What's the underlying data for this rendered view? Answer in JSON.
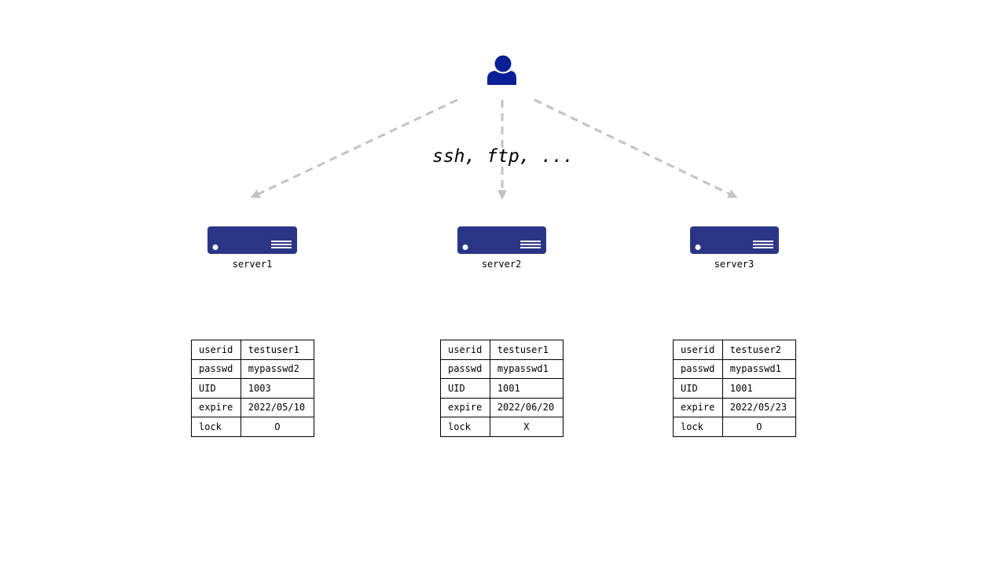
{
  "connection_label": "ssh, ftp, ...",
  "colors": {
    "user_icon": "#0a1e96",
    "server_body": "#2b3585",
    "arrow": "#c3c3c3",
    "table_border": "#000000"
  },
  "icons": {
    "user": "user-icon",
    "server": "server-icon"
  },
  "servers": [
    {
      "label": "server1",
      "rows": [
        {
          "key": "userid",
          "value": "testuser1"
        },
        {
          "key": "passwd",
          "value": "mypasswd2"
        },
        {
          "key": "UID",
          "value": "1003"
        },
        {
          "key": "expire",
          "value": "2022/05/10"
        },
        {
          "key": "lock",
          "value": "O"
        }
      ]
    },
    {
      "label": "server2",
      "rows": [
        {
          "key": "userid",
          "value": "testuser1"
        },
        {
          "key": "passwd",
          "value": "mypasswd1"
        },
        {
          "key": "UID",
          "value": "1001"
        },
        {
          "key": "expire",
          "value": "2022/06/20"
        },
        {
          "key": "lock",
          "value": "X"
        }
      ]
    },
    {
      "label": "server3",
      "rows": [
        {
          "key": "userid",
          "value": "testuser2"
        },
        {
          "key": "passwd",
          "value": "mypasswd1"
        },
        {
          "key": "UID",
          "value": "1001"
        },
        {
          "key": "expire",
          "value": "2022/05/23"
        },
        {
          "key": "lock",
          "value": "O"
        }
      ]
    }
  ]
}
